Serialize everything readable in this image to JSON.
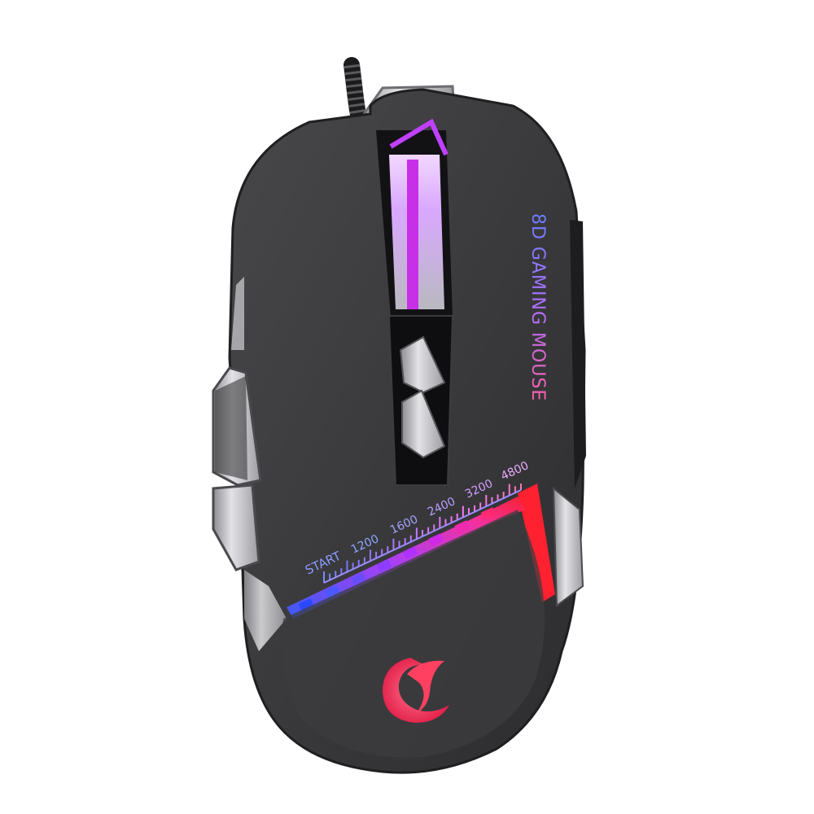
{
  "product": {
    "brand_text": "8D GAMING MOUSE",
    "dpi_scale": {
      "start_label": "START",
      "labels": [
        "1200",
        "1600",
        "2400",
        "3200",
        "4800"
      ]
    }
  },
  "colors": {
    "background": "#ffffff",
    "body": "#3a3a3c",
    "body_dark": "#232325",
    "metal": "#c9c9cc",
    "accent_purple": "#c040ff",
    "accent_magenta": "#e020e0",
    "accent_red": "#ff2030",
    "accent_blue": "#3a5cff",
    "accent_violet": "#9a6cff"
  },
  "icons": {
    "logo": "crescent-swirl-logo-icon",
    "cable": "braided-cable-icon",
    "dpi_up": "chevron-up-icon",
    "dpi_down": "chevron-down-icon"
  }
}
